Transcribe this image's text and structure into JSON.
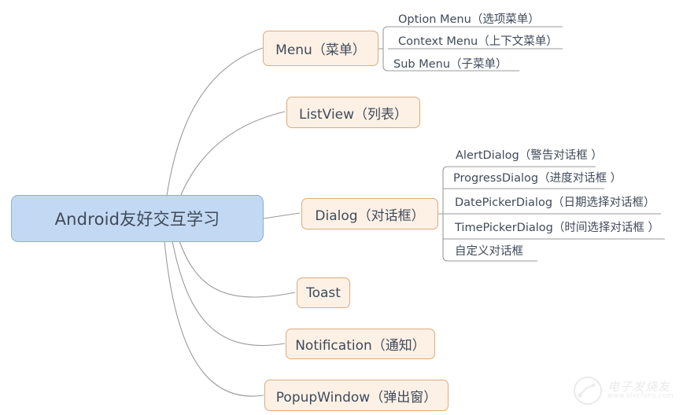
{
  "diagram": {
    "type": "mind-map",
    "root": {
      "label": "Android友好交互学习",
      "fill": "#c3d8f2",
      "border": "#8faed8"
    },
    "branch_style": {
      "fill": "#fdf1e6",
      "border": "#dcab7c"
    },
    "connector_color": "#9a9a9a",
    "text_color": "#3f4a5a",
    "branches": [
      {
        "label": "Menu（菜单）",
        "children": [
          "Option Menu（选项菜单）",
          "Context Menu（上下文菜单）",
          "Sub Menu（子菜单）"
        ]
      },
      {
        "label": "ListView（列表）",
        "children": []
      },
      {
        "label": "Dialog（对话框）",
        "children": [
          "AlertDialog（警告对话框 ）",
          "ProgressDialog（进度对话框 ）",
          "DatePickerDialog（日期选择对话框）",
          "TimePickerDialog（时间选择对话框 ）",
          "自定义对话框"
        ]
      },
      {
        "label": "Toast",
        "children": []
      },
      {
        "label": "Notification（通知）",
        "children": []
      },
      {
        "label": "PopupWindow（弹出窗）",
        "children": []
      }
    ]
  },
  "watermark": {
    "cn": "电子发烧友",
    "url": "www.elecfans.com"
  }
}
